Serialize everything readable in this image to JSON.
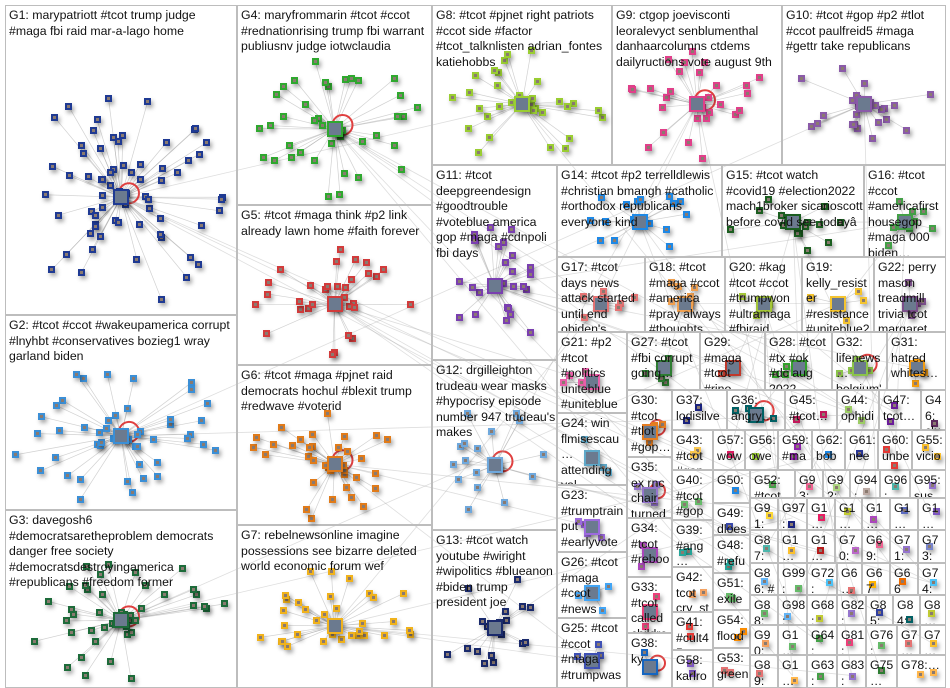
{
  "title": "NodeXL Twitter #tcot network graph",
  "groups": [
    {
      "id": "G1",
      "label": "G1: marypatriott #tcot trump judge #maga fbi raid mar-a-lago home",
      "color": "#1f3a93"
    },
    {
      "id": "G2",
      "label": "G2: #tcot #ccot #wakeupamerica corrupt #lnyhbt #conservatives bozieg1 wray garland biden",
      "color": "#3b8fd6"
    },
    {
      "id": "G3",
      "label": "G3: davegosh6 #democratsaretheproblem democrats danger free society #democratsdestroyingamerica #republicans #freedom former",
      "color": "#1d6b3a"
    },
    {
      "id": "G4",
      "label": "G4: maryfrommarin #tcot #ccot #rednationrising trump fbi warrant publiusnv judge iotwclaudia",
      "color": "#2fa82f"
    },
    {
      "id": "G5",
      "label": "G5: #tcot #maga think #p2 link already lawn home #faith forever",
      "color": "#d23b3b"
    },
    {
      "id": "G6",
      "label": "G6: #tcot #maga #pjnet raid democrats hochul #blexit trump #redwave #voterid",
      "color": "#e07b1a"
    },
    {
      "id": "G7",
      "label": "G7: rebelnewsonline imagine possessions see bizarre deleted world economic forum wef",
      "color": "#f0b21c"
    },
    {
      "id": "G8",
      "label": "G8: #tcot #pjnet right patriots #ccot side #factor #tcot_talknlisten adrian_fontes katiehobbs",
      "color": "#9acd32"
    },
    {
      "id": "G9",
      "label": "G9: ctgop joevisconti leoralevyct senblumenthal danhaarcolumns ctdems dailyructions vote august 9th",
      "color": "#e0408a"
    },
    {
      "id": "G10",
      "label": "G10: #tcot #gop #p2 #tlot #ccot paulfreid5 #maga #gettr take republicans",
      "color": "#8a5aa8"
    },
    {
      "id": "G11",
      "label": "G11: #tcot deepgreendesign #goodtrouble #voteblue america gop #maga #cdnpoli fbi days",
      "color": "#7a3fb0"
    },
    {
      "id": "G12",
      "label": "G12: drgilleighton trudeau wear masks #hypocrisy episode number 947 trudeau's makes",
      "color": "#6fa8dc"
    },
    {
      "id": "G13",
      "label": "G13: #tcot watch youtube #wiright #wipolitics #blueanon #biden trump president joe",
      "color": "#1a2a6c"
    },
    {
      "id": "G14",
      "label": "G14: #tcot #p2 terrelldlewis #christian bmangh #catholic #orthodox republicans everyone kind",
      "color": "#1e88e5"
    },
    {
      "id": "G15",
      "label": "G15: #tcot watch #covid19 #election2022 mach1broker sicarioscott before covid see todayâ",
      "color": "#1b5e20"
    },
    {
      "id": "G16",
      "label": "G16: #tcot #ccot #americafirst housegop #maga 000 biden…",
      "color": "#43a047"
    },
    {
      "id": "G17",
      "label": "G17: #tcot days news attack started until end obiden's residency…",
      "color": "#e57373"
    },
    {
      "id": "G18",
      "label": "G18: #tcot #maga #ccot #america #pray always #thoughts…",
      "color": "#f0a050"
    },
    {
      "id": "G20",
      "label": "G20: #kag #tcot #ccot #trumpwon #ultramaga #fbiraid…",
      "color": "#a4c639"
    },
    {
      "id": "G19",
      "label": "G19: kelly_resister #resistance #uniteblue2… #strongertog…",
      "color": "#f4c430"
    },
    {
      "id": "G22",
      "label": "G22: perry mason treadmill trivia tcot margaret…",
      "color": "#7b4f8a"
    },
    {
      "id": "G21",
      "label": "G21: #p2 #tcot #politics uniteblue #uniteblue…",
      "color": "#e85fa8"
    },
    {
      "id": "G27",
      "label": "G27: #tcot #fbi corrupt going…",
      "color": "#2e7d32"
    },
    {
      "id": "G29",
      "label": "G29: #maga #tcot #rino…",
      "color": "#c0392b"
    },
    {
      "id": "G28",
      "label": "G28: #tcot #tx #ok #dc aug 2022…",
      "color": "#33a02c"
    },
    {
      "id": "G32",
      "label": "G32: lifenews… belgium'…",
      "color": "#8bc34a"
    },
    {
      "id": "G31",
      "label": "G31: hatred whites…",
      "color": "#f39c12"
    },
    {
      "id": "G30",
      "label": "G30: #tcot #tlot #gop…",
      "color": "#e67e22"
    },
    {
      "id": "G37",
      "label": "G37: lodisilve…",
      "color": "#1a237e"
    },
    {
      "id": "G36",
      "label": "G36: angry…",
      "color": "#006064"
    },
    {
      "id": "G45",
      "label": "G45: #tcot…",
      "color": "#c2185b"
    },
    {
      "id": "G44",
      "label": "G44: ophidi…",
      "color": "#9ccc65"
    },
    {
      "id": "G47",
      "label": "G47: tcot…",
      "color": "#6a1b9a"
    },
    {
      "id": "G46",
      "label": "G46: cluck…",
      "color": "#5d2a5d"
    },
    {
      "id": "G24",
      "label": "G24: win flmisescau… attending yal revolution…",
      "color": "#5fa8c8"
    },
    {
      "id": "G23",
      "label": "G23: #trumptrain put #earlyvote #trump…",
      "color": "#9c6ade"
    },
    {
      "id": "G26",
      "label": "G26: #tcot #maga #ccot #news #gop…",
      "color": "#42a5f5"
    },
    {
      "id": "G25",
      "label": "G25: #tcot #ccot #maga #trumpwas…",
      "color": "#3f51b5"
    },
    {
      "id": "G35",
      "label": "G35: ex rnc chair turned…",
      "color": "#9575cd"
    },
    {
      "id": "G34",
      "label": "G34: #tcot #reboo… start…",
      "color": "#ab47bc"
    },
    {
      "id": "G33",
      "label": "G33: #tcot called childre…",
      "color": "#ec407a"
    },
    {
      "id": "G38",
      "label": "G38: ky",
      "color": "#1565c0"
    },
    {
      "id": "G43",
      "label": "G43: #tcot #gop…",
      "color": "#f9c74f"
    },
    {
      "id": "G40",
      "label": "G40: #tcot #gop…",
      "color": "#66bb6a"
    },
    {
      "id": "G39",
      "label": "G39: #ang… #tcot…",
      "color": "#26a69a"
    },
    {
      "id": "G42",
      "label": "G42: tcot cry_st…",
      "color": "#f4a261"
    },
    {
      "id": "G41",
      "label": "G41: #cult45 #don…",
      "color": "#e53935"
    },
    {
      "id": "G58",
      "label": "G58: karlro…",
      "color": "#7e57c2"
    },
    {
      "id": "G57",
      "label": "G57: wow…",
      "color": "#d81b60"
    },
    {
      "id": "G56",
      "label": "G56: owe…",
      "color": "#9acd32"
    },
    {
      "id": "G59",
      "label": "G59: #ma…",
      "color": "#8e24aa"
    },
    {
      "id": "G62",
      "label": "G62: bob…",
      "color": "#1e88e5"
    },
    {
      "id": "G61",
      "label": "G61: nee…",
      "color": "#283593"
    },
    {
      "id": "G60",
      "label": "G60: unbe…",
      "color": "#e53935"
    },
    {
      "id": "G55",
      "label": "G55: vicio…",
      "color": "#fbc02d"
    },
    {
      "id": "G50",
      "label": "G50:",
      "color": "#1e88e5"
    },
    {
      "id": "G52",
      "label": "G52: #tcot",
      "color": "#43a047"
    },
    {
      "id": "G93",
      "label": "G93: abs…",
      "color": "#f06292"
    },
    {
      "id": "G92",
      "label": "G92: amn…",
      "color": "#aed581"
    },
    {
      "id": "G94",
      "label": "G94: cea…",
      "color": "#bcaaa4"
    },
    {
      "id": "G96",
      "label": "G96: gun…",
      "color": "#4db6ac"
    },
    {
      "id": "G95",
      "label": "G95: sus…",
      "color": "#9575cd"
    },
    {
      "id": "G49",
      "label": "G49: dloes…",
      "color": "#3949ab"
    },
    {
      "id": "G48",
      "label": "G48: #refu…",
      "color": "#26a69a"
    },
    {
      "id": "G51",
      "label": "G51: exile…",
      "color": "#66bb6a"
    },
    {
      "id": "G54",
      "label": "G54: flood…",
      "color": "#fb8c00"
    },
    {
      "id": "G53",
      "label": "G53: green…",
      "color": "#e57373"
    },
    {
      "id": "G91",
      "label": "G91: libe…",
      "color": "#fdd835"
    },
    {
      "id": "G97",
      "label": "G97:",
      "color": "#1a237e"
    },
    {
      "id": "G1a",
      "label": "G1… #tc…",
      "color": "#e91e63"
    },
    {
      "id": "G1b",
      "label": "G1… we…",
      "color": "#c0ca33"
    },
    {
      "id": "G1c",
      "label": "G1… tea…",
      "color": "#ab47bc"
    },
    {
      "id": "G1d",
      "label": "G1… obj…",
      "color": "#5c6bc0"
    },
    {
      "id": "G1e",
      "label": "G1… sai…",
      "color": "#7e57c2"
    },
    {
      "id": "G87",
      "label": "G87: she…",
      "color": "#4db6ac"
    },
    {
      "id": "G1f",
      "label": "G1… gov…",
      "color": "#fbc02d"
    },
    {
      "id": "G1g",
      "label": "G1…",
      "color": "#b71c1c"
    },
    {
      "id": "G70",
      "label": "G70: libe…",
      "color": "#ba68c8"
    },
    {
      "id": "G69",
      "label": "G69: #sa…",
      "color": "#f06292"
    },
    {
      "id": "G71",
      "label": "G71: poli…",
      "color": "#9575cd"
    },
    {
      "id": "G73",
      "label": "G73: #tc…",
      "color": "#7986cb"
    },
    {
      "id": "G86",
      "label": "G86: #真…",
      "color": "#64b5f6"
    },
    {
      "id": "G99",
      "label": "G99: #bri…",
      "color": "#66bb6a"
    },
    {
      "id": "G72",
      "label": "G72: strai…",
      "color": "#4fc3f7"
    },
    {
      "id": "G6x",
      "label": "G6… ag…",
      "color": "#e57373"
    },
    {
      "id": "G67",
      "label": "G67",
      "color": "#ffb300"
    },
    {
      "id": "G66",
      "label": "G66",
      "color": "#ef6c00"
    },
    {
      "id": "G74",
      "label": "G74: pra…",
      "color": "#4fc3f7"
    },
    {
      "id": "G88",
      "label": "G88: mar…",
      "color": "#66bb6a"
    },
    {
      "id": "G98",
      "label": "G98: goo…",
      "color": "#64b5f6"
    },
    {
      "id": "G68",
      "label": "G68: pho…",
      "color": "#c0ca33"
    },
    {
      "id": "G82",
      "label": "G82: irs…",
      "color": "#9575cd"
    },
    {
      "id": "G85",
      "label": "G85: do…",
      "color": "#303f9f"
    },
    {
      "id": "G84",
      "label": "G84:",
      "color": "#006064"
    },
    {
      "id": "G8x",
      "label": "G8… ex…",
      "color": "#c0ca33"
    },
    {
      "id": "G90",
      "label": "G90: kin…",
      "color": "#f4a261"
    },
    {
      "id": "G1h",
      "label": "G1… bei…",
      "color": "#66bb6a"
    },
    {
      "id": "G64",
      "label": "G64: wro…",
      "color": "#43a047"
    },
    {
      "id": "G81",
      "label": "G81: tru…",
      "color": "#ec407a"
    },
    {
      "id": "G76",
      "label": "G76: #bh…",
      "color": "#66bb6a"
    },
    {
      "id": "G7x",
      "label": "G7… po…",
      "color": "#e57373"
    },
    {
      "id": "G7y",
      "label": "G7… #p…",
      "color": "#fbc02d"
    },
    {
      "id": "G89",
      "label": "G89: fara…",
      "color": "#e57373"
    },
    {
      "id": "G1i",
      "label": "G1… bio…",
      "color": "#ffb74d"
    },
    {
      "id": "G63",
      "label": "G63: #m…",
      "color": "#43a047"
    },
    {
      "id": "G83",
      "label": "G83: bon…",
      "color": "#9575cd"
    },
    {
      "id": "G75",
      "label": "G75…",
      "color": "#2e7d32"
    },
    {
      "id": "G78",
      "label": "G78:…",
      "color": "#ffb74d"
    }
  ]
}
